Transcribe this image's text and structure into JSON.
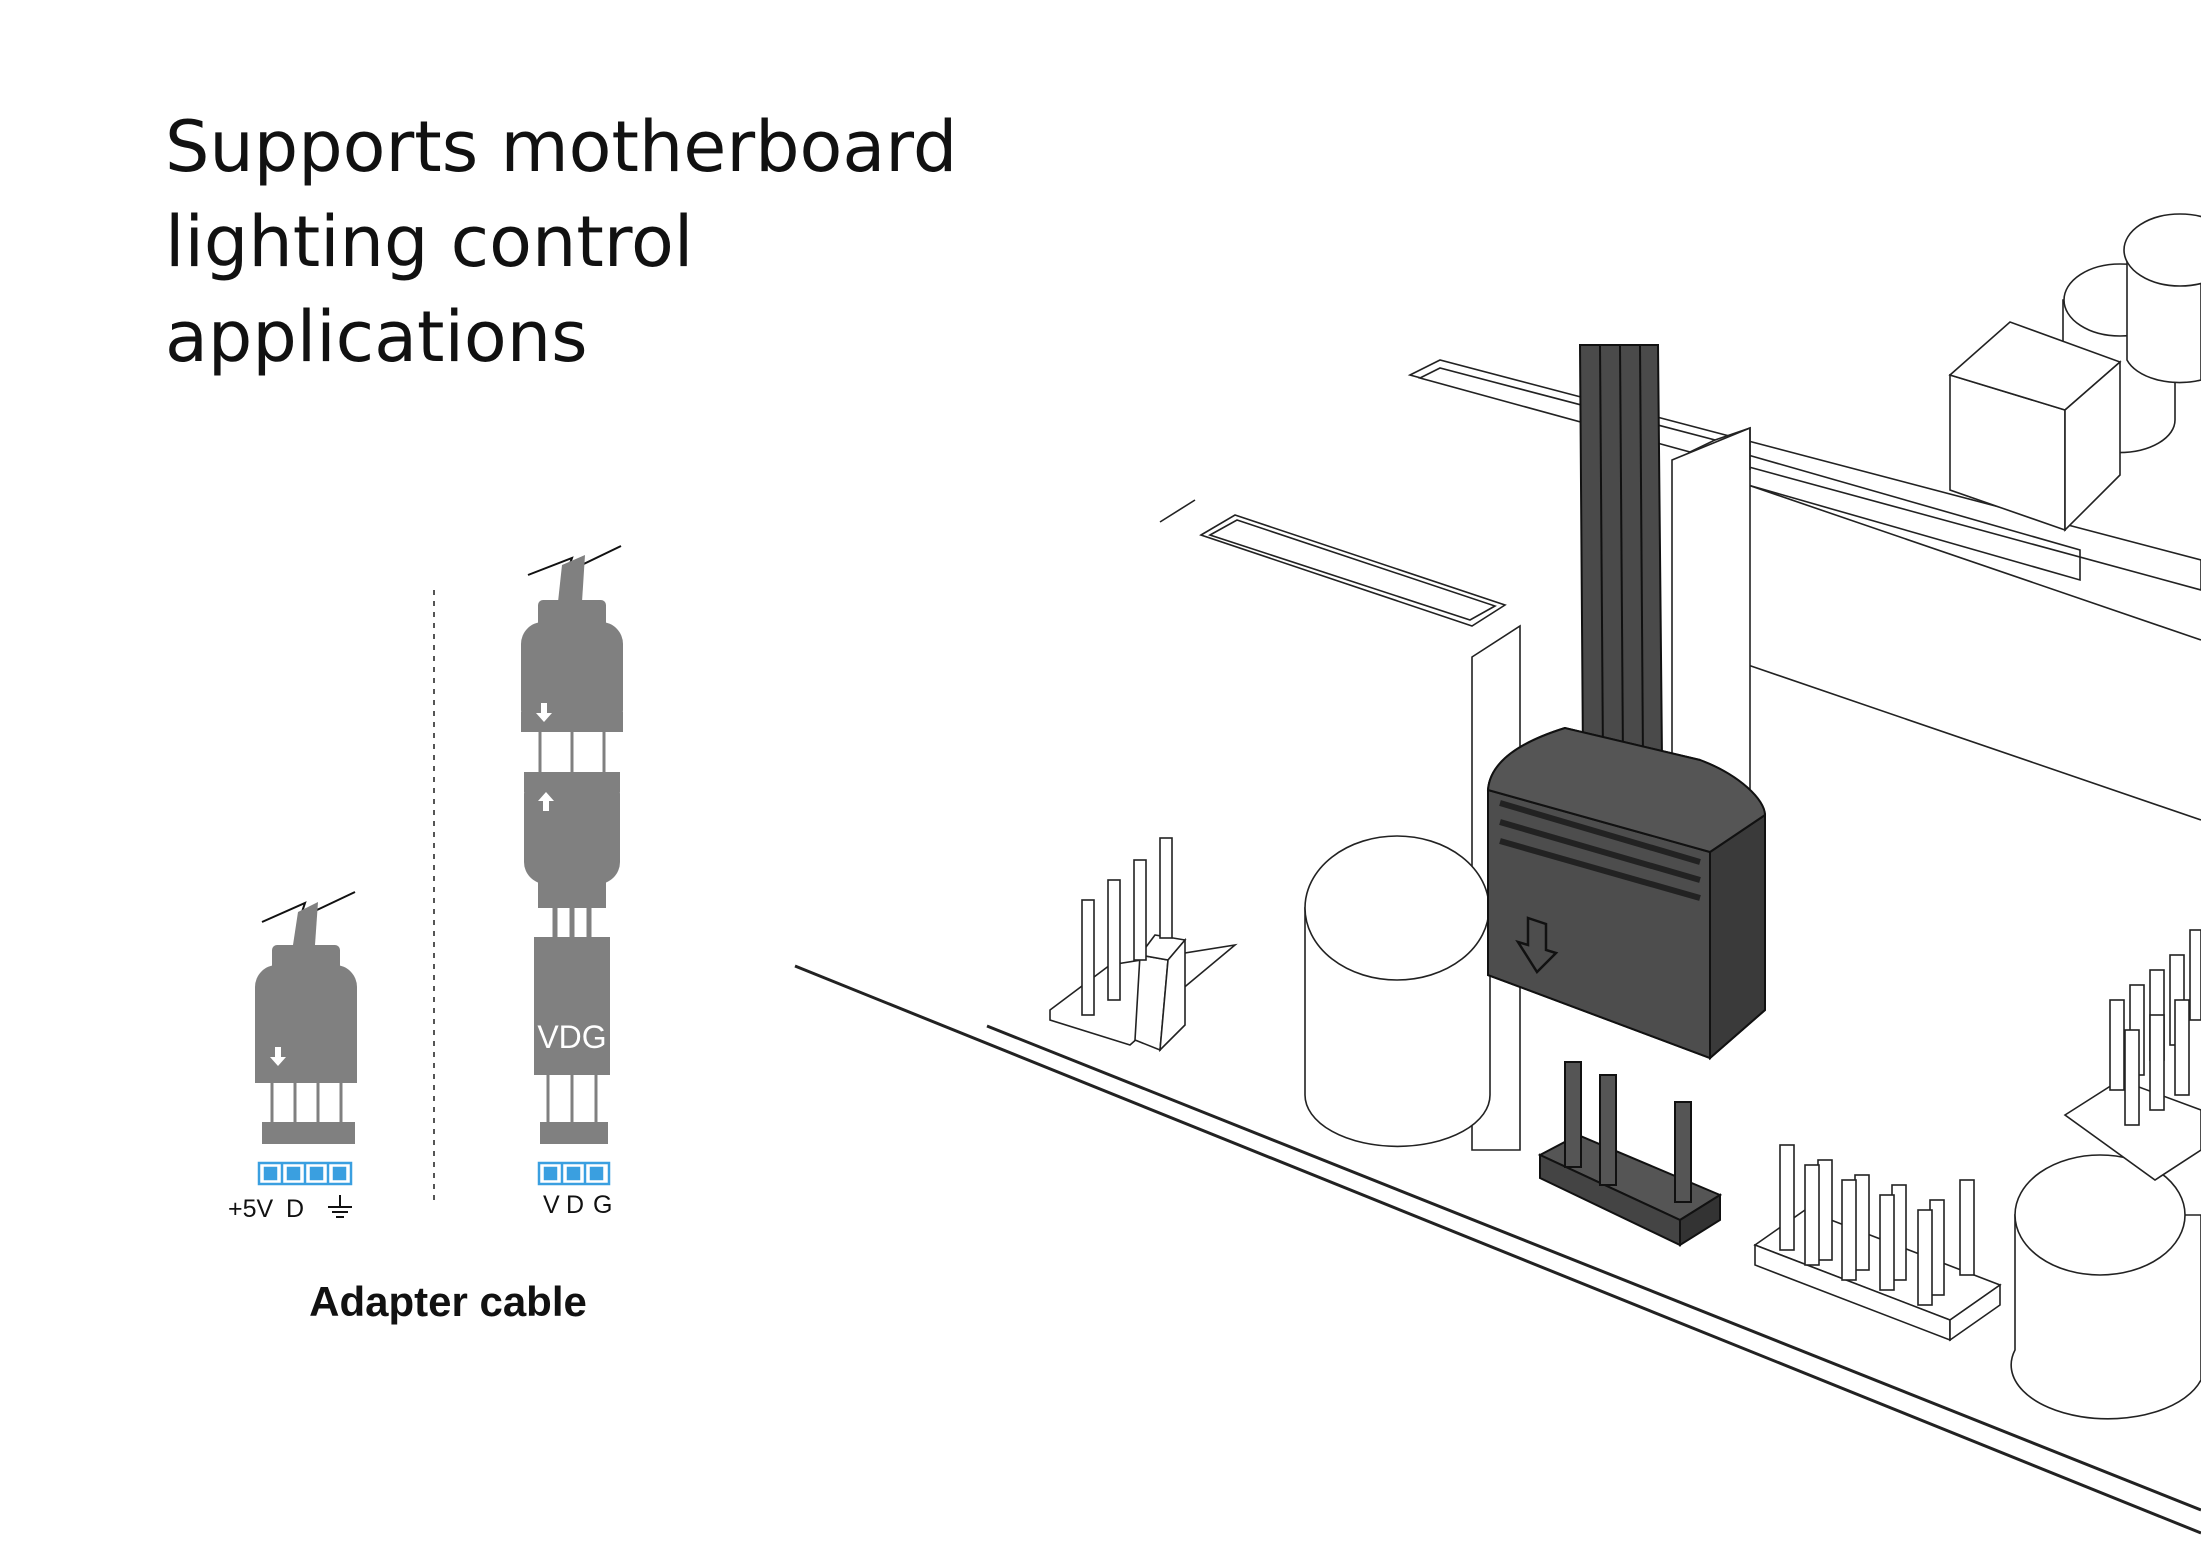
{
  "headline": {
    "line1": "Supports motherboard",
    "line2": "lighting control",
    "line3": "applications"
  },
  "left_connector": {
    "pin_labels": [
      "+5V",
      "D"
    ],
    "ground_symbol": "ground-icon"
  },
  "right_connector": {
    "body_label": "VDG",
    "pin_labels": [
      "V",
      "D",
      "G"
    ]
  },
  "caption": "Adapter cable",
  "colors": {
    "connector_gray": "#808080",
    "cable_dark": "#4a4a4a",
    "pin_blue": "#3a9fe0",
    "line": "#111111"
  }
}
